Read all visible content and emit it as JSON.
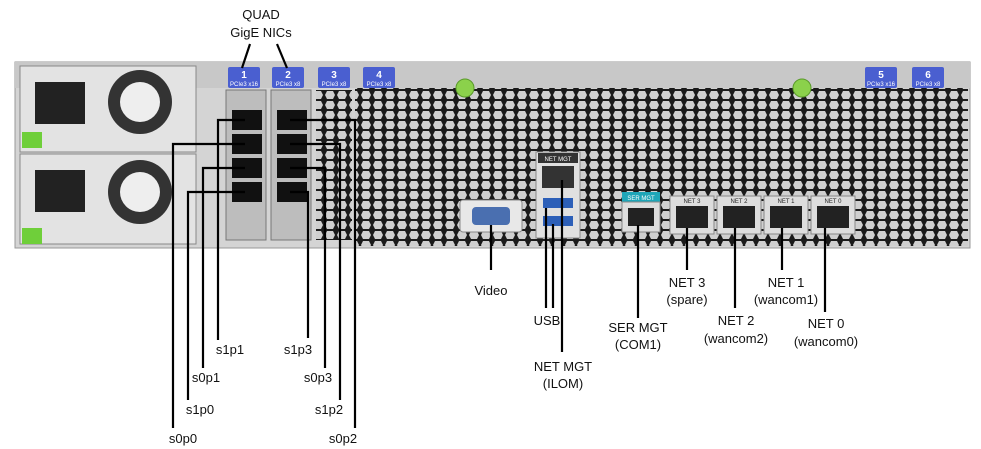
{
  "title": {
    "line1": "QUAD",
    "line2": "GigE NICs"
  },
  "slots": [
    {
      "num": "1",
      "spec": "PCIe3 x16"
    },
    {
      "num": "2",
      "spec": "PCIe3 x8"
    },
    {
      "num": "3",
      "spec": "PCIe3 x8"
    },
    {
      "num": "4",
      "spec": "PCIe3 x8"
    },
    {
      "num": "5",
      "spec": "PCIe3 x16"
    },
    {
      "num": "6",
      "spec": "PCIe3 x8"
    }
  ],
  "panel_labels": {
    "net_mgt": "NET MGT",
    "ser_mgt": "SER MGT",
    "net3": "NET 3",
    "net2": "NET 2",
    "net1": "NET 1",
    "net0": "NET 0"
  },
  "callouts": {
    "s1p1": "s1p1",
    "s0p1": "s0p1",
    "s1p0": "s1p0",
    "s0p0": "s0p0",
    "s1p3": "s1p3",
    "s0p3": "s0p3",
    "s1p2": "s1p2",
    "s0p2": "s0p2",
    "video": "Video",
    "usb": "USB",
    "net_mgt": {
      "line1": "NET MGT",
      "line2": "(ILOM)"
    },
    "ser_mgt": {
      "line1": "SER MGT",
      "line2": "(COM1)"
    },
    "net3": {
      "line1": "NET 3",
      "line2": "(spare)"
    },
    "net2": {
      "line1": "NET 2",
      "line2": "(wancom2)"
    },
    "net1": {
      "line1": "NET 1",
      "line2": "(wancom1)"
    },
    "net0": {
      "line1": "NET 0",
      "line2": "(wancom0)"
    }
  },
  "colors": {
    "slot_badge": "#4a5fd0",
    "ser_mgt_badge": "#1fa6b8",
    "chassis": "#c9c9c9",
    "screw": "#8bd14b"
  }
}
